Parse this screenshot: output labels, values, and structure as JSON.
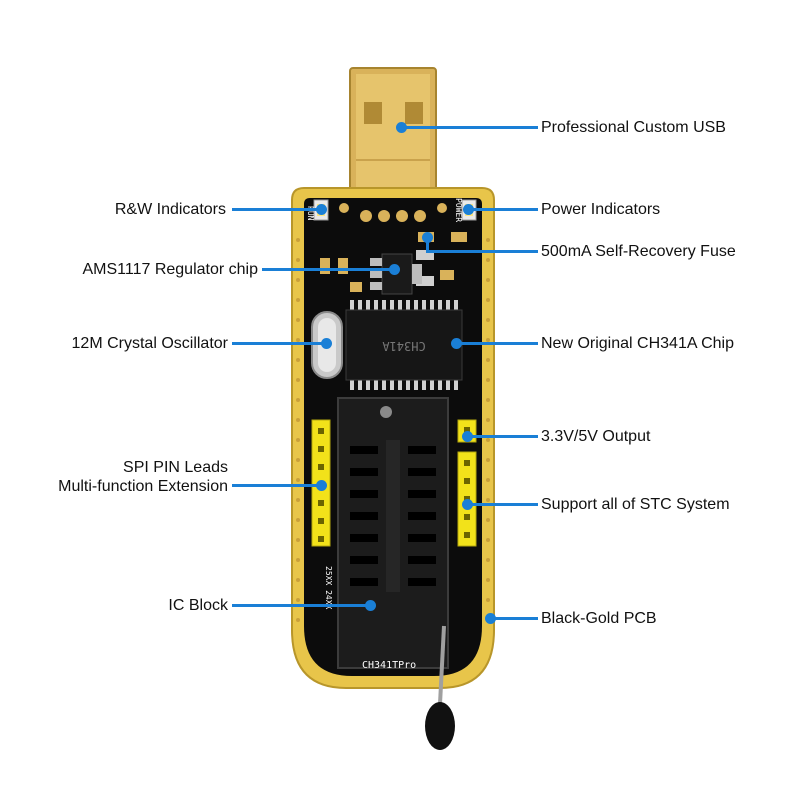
{
  "product": {
    "board_text": "CH341TPro",
    "silk_run": "RUN",
    "silk_power": "POWER",
    "socket_label": "25XX 24XX",
    "chip_marking": "CH341A"
  },
  "callouts": {
    "usb": "Professional Custom USB",
    "rw_indicators": "R&W Indicators",
    "power_indicators": "Power Indicators",
    "fuse": "500mA Self-Recovery Fuse",
    "regulator": "AMS1117 Regulator chip",
    "crystal": "12M Crystal Oscillator",
    "ch341": "New Original CH341A Chip",
    "output": "3.3V/5V Output",
    "spi_line1": "SPI PIN Leads",
    "spi_line2": "Multi-function Extension",
    "stc": "Support all of STC System",
    "ic_block": "IC Block",
    "pcb": "Black-Gold PCB"
  },
  "colors": {
    "accent": "#1a7fd6",
    "pcb_gold": "#e8c54a",
    "pcb_black": "#0c0c0c",
    "usb_gold": "#d9b25a",
    "header_yellow": "#f2e21a"
  }
}
